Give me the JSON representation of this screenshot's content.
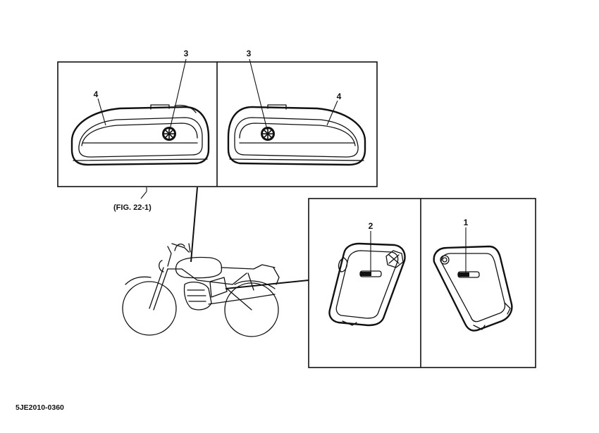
{
  "diagram": {
    "figure_reference": "(FIG. 22-1)",
    "part_number": "5JE2010-0360",
    "callouts": {
      "tank_left_emblem": "3",
      "tank_left_stripe": "4",
      "tank_right_emblem": "3",
      "tank_right_stripe": "4",
      "cover_left_label": "2",
      "cover_right_label": "1"
    }
  }
}
